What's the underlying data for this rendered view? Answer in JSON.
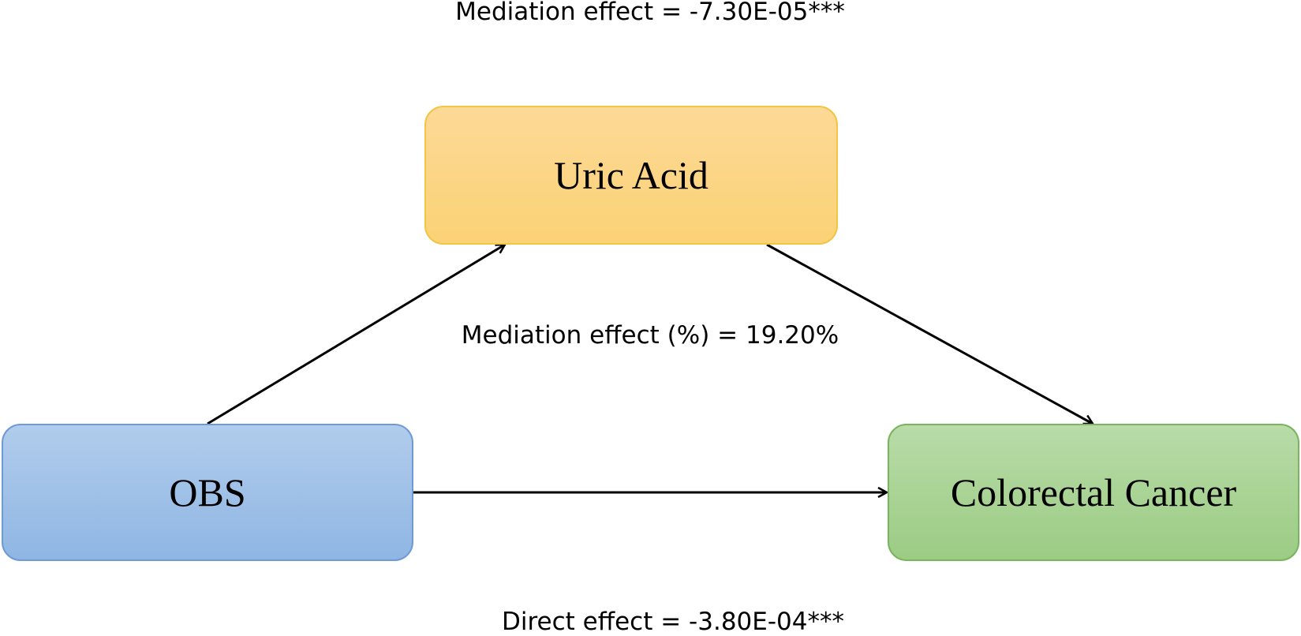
{
  "nodes": {
    "mediator": {
      "label": "Uric Acid",
      "fill": "#fcd68a",
      "stroke": "#f2c542"
    },
    "exposure": {
      "label": "OBS",
      "fill": "#a3c2ea",
      "stroke": "#6f9ad4"
    },
    "outcome": {
      "label": "Colorectal Cancer",
      "fill": "#aed69b",
      "stroke": "#79b45e"
    }
  },
  "labels": {
    "mediation_effect": "Mediation effect = -7.30E-05***",
    "mediation_percent": "Mediation effect (%) = 19.20%",
    "direct_effect": "Direct effect = -3.80E-04***"
  },
  "edges": [
    {
      "from": "exposure",
      "to": "mediator"
    },
    {
      "from": "mediator",
      "to": "outcome"
    },
    {
      "from": "exposure",
      "to": "outcome"
    }
  ]
}
